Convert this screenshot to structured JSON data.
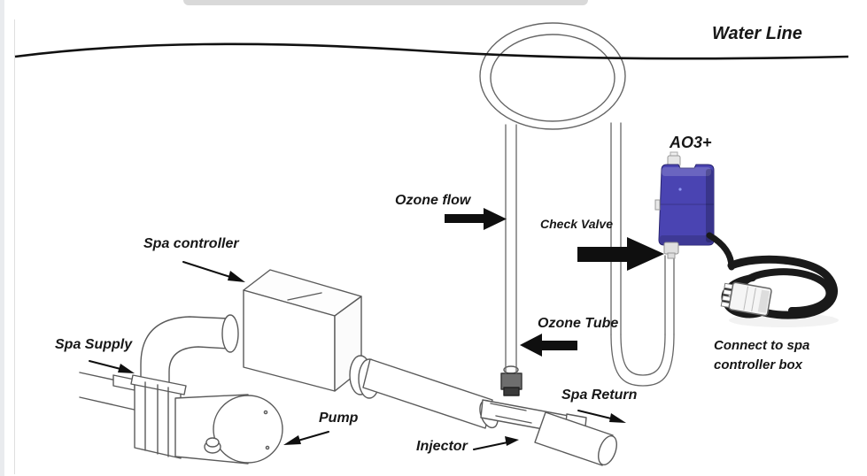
{
  "labels": {
    "water_line": "Water Line",
    "ozone_flow": "Ozone flow",
    "check_valve": "Check Valve",
    "device_model": "AO3+",
    "spa_controller": "Spa controller",
    "spa_supply": "Spa Supply",
    "pump": "Pump",
    "ozone_tube": "Ozone Tube",
    "injector": "Injector",
    "spa_return": "Spa Return",
    "connect_note_line1": "Connect to spa",
    "connect_note_line2": "controller box"
  },
  "colors": {
    "device_body": "#4a44b2",
    "device_edge": "#28246e",
    "cord_black": "#1a1a1a",
    "line_art": "#5a5a5a",
    "arrow": "#0f0f0f",
    "water_line": "#111111"
  },
  "components": [
    "water-line",
    "ozone-loop",
    "ozone-tube",
    "ozone-flow-arrow",
    "check-valve-arrow",
    "ozone-tube-arrow",
    "ao3-ozonator",
    "power-cord",
    "connector-plug",
    "spa-controller-box",
    "elbow-pipe",
    "pump",
    "spa-supply-pipe",
    "discharge-pipe",
    "injector-tee",
    "spa-return-fitting"
  ]
}
